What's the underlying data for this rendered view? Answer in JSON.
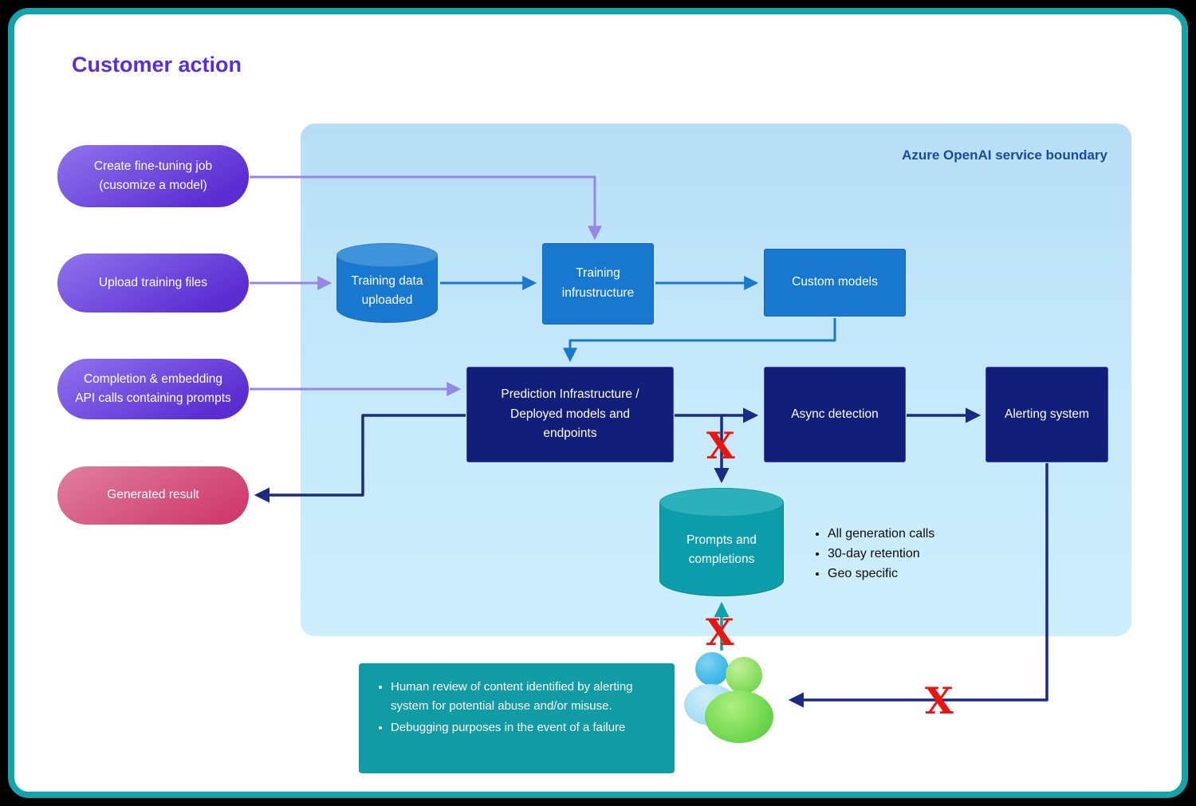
{
  "title": "Customer action",
  "boundary": {
    "label": "Azure OpenAI service boundary"
  },
  "pills": {
    "fine_tuning": {
      "line1": "Create fine-tuning job",
      "line2": "(cusomize a model)"
    },
    "upload": {
      "label": "Upload training files"
    },
    "completion": {
      "line1": "Completion & embedding",
      "line2": "API calls containing prompts"
    },
    "generated": {
      "label": "Generated result"
    }
  },
  "nodes": {
    "training_data": {
      "line1": "Training data",
      "line2": "uploaded"
    },
    "training_infra": {
      "line1": "Training",
      "line2": "infrustructure"
    },
    "custom_models": {
      "label": "Custom models"
    },
    "prediction": {
      "label": "Prediction Infrastructure / Deployed models and endpoints"
    },
    "async_detection": {
      "label": "Async detection"
    },
    "alerting": {
      "label": "Alerting system"
    },
    "prompts_store": {
      "line1": "Prompts and",
      "line2": "completions"
    }
  },
  "retention_bullets": [
    "All generation calls",
    "30-day retention",
    "Geo specific"
  ],
  "review_box": {
    "bullets": [
      "Human review of content identified by alerting system for potential abuse and/or misuse.",
      "Debugging purposes in the event of a failure"
    ]
  },
  "x_mark": "X",
  "colors": {
    "card_border_teal": "#13a3ab",
    "boundary_fill": "#bfe3f8",
    "boundary_label_blue": "#1a4a9f",
    "title_purple": "#5a2ddb",
    "purple_pill_start": "#8f74ee",
    "purple_pill_end": "#5a2cd2",
    "pink_pill_start": "#e07f9f",
    "pink_pill_end": "#cf3a6c",
    "mid_blue": "#1878cf",
    "navy": "#111f7b",
    "teal": "#119ba5",
    "arrow_purple": "#9587e3",
    "arrow_navy": "#1b2a85",
    "x_red": "#ea1511"
  }
}
